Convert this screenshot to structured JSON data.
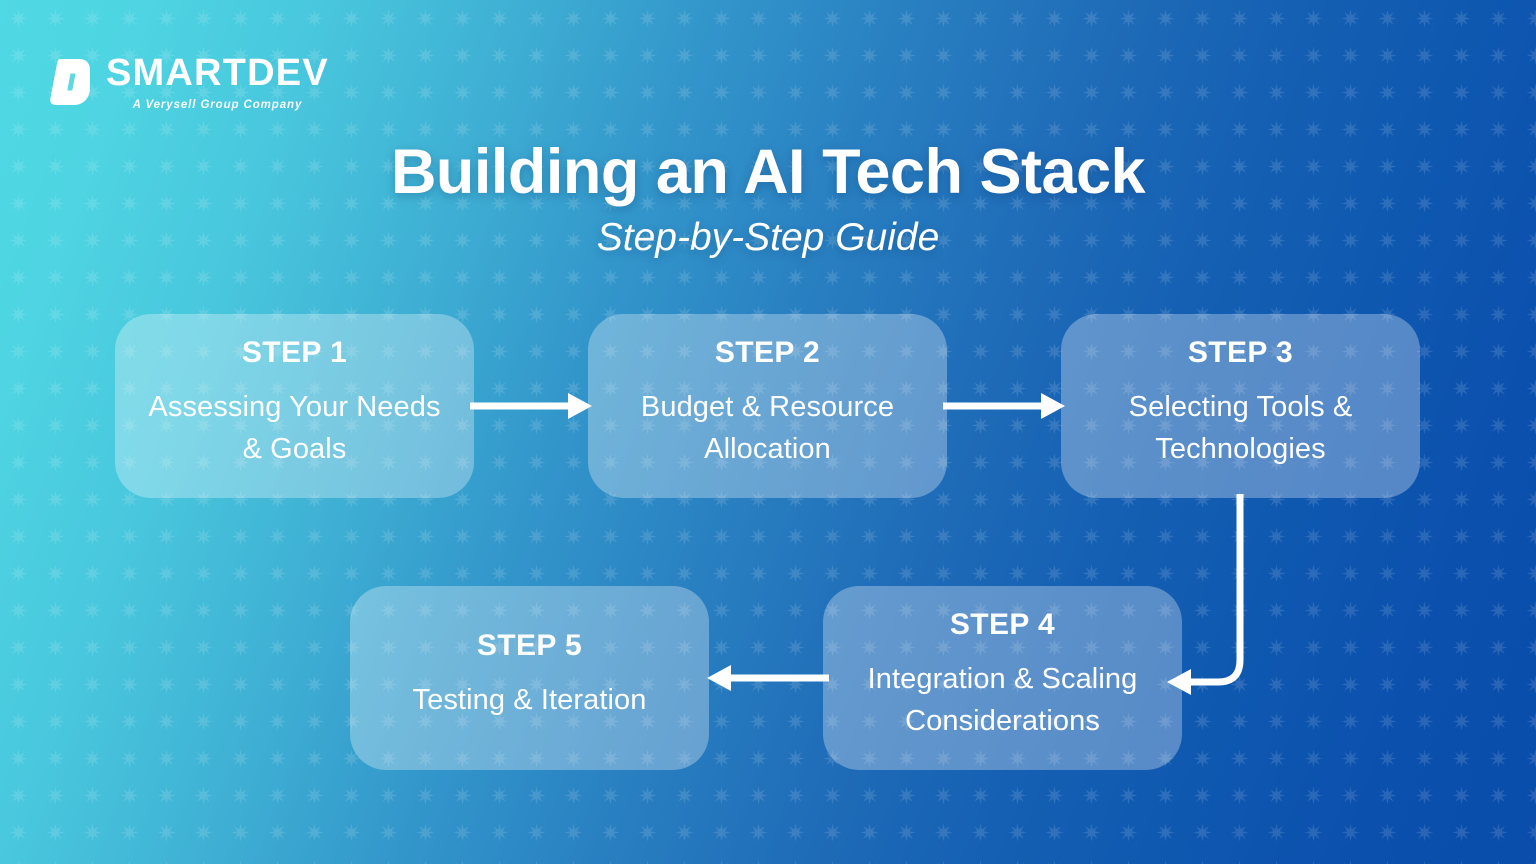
{
  "brand": {
    "logo_icon": "smartdev-d-mark-icon",
    "wordmark": "SMARTDEV",
    "tagline": "A Verysell Group Company"
  },
  "header": {
    "title": "Building an AI Tech Stack",
    "subtitle": "Step-by-Step Guide"
  },
  "colors": {
    "gradient_start": "#4fd9e4",
    "gradient_end": "#0a4dab",
    "box_fill": "rgba(255,255,255,0.30)",
    "text": "#ffffff",
    "arrow": "#ffffff"
  },
  "flow": {
    "steps": [
      {
        "label": "STEP 1",
        "description": "Assessing Your Needs & Goals"
      },
      {
        "label": "STEP 2",
        "description": "Budget & Resource Allocation"
      },
      {
        "label": "STEP 3",
        "description": "Selecting Tools & Technologies"
      },
      {
        "label": "STEP 4",
        "description": "Integration & Scaling Considerations"
      },
      {
        "label": "STEP 5",
        "description": "Testing & Iteration"
      }
    ],
    "connectors": [
      {
        "name": "arrow-step1-to-step2",
        "direction": "right"
      },
      {
        "name": "arrow-step2-to-step3",
        "direction": "right"
      },
      {
        "name": "arrow-step3-to-step4",
        "direction": "down-then-left"
      },
      {
        "name": "arrow-step4-to-step5",
        "direction": "left"
      }
    ]
  }
}
